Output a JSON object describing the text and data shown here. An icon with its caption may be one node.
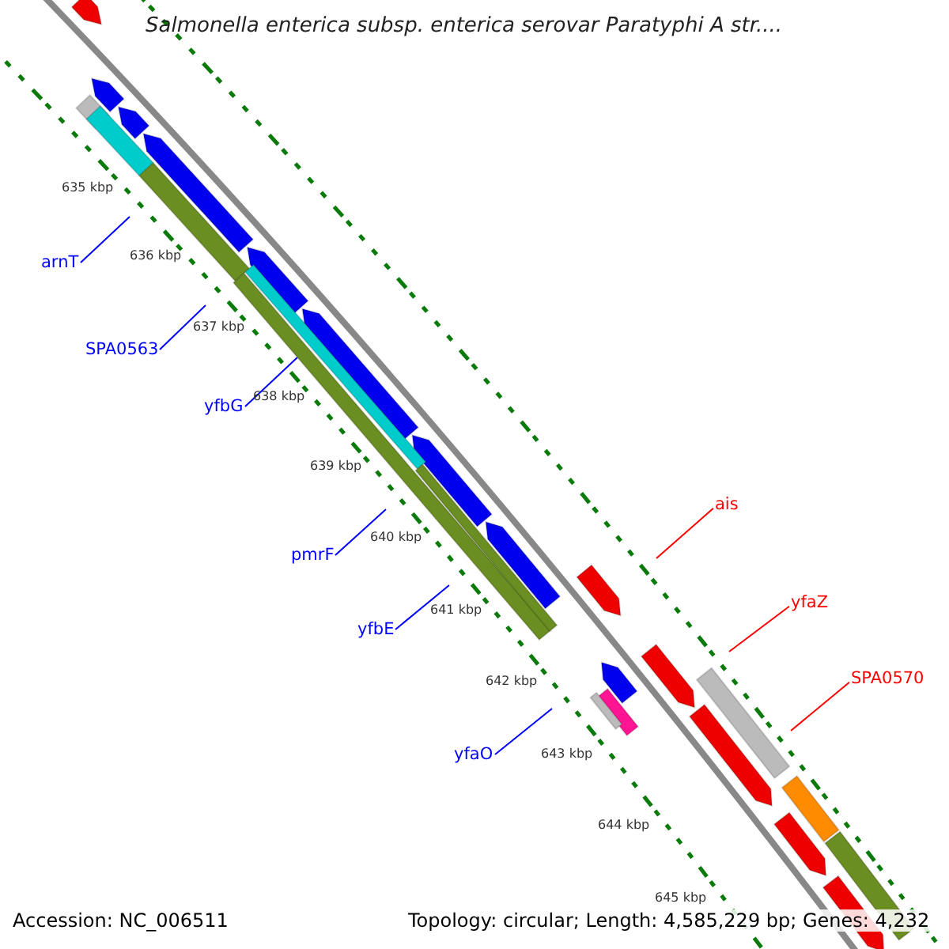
{
  "diagram": {
    "title": "Salmonella enterica subsp. enterica serovar Paratyphi A str....",
    "nodes": [
      {
        "text": [
          "arnT"
        ]
      },
      {
        "text": [
          "SPA0563"
        ]
      },
      {
        "text": [
          "yfbG"
        ]
      },
      {
        "text": [
          "pmrF"
        ]
      },
      {
        "text": [
          "yfbE"
        ]
      },
      {
        "text": [
          "yfaO"
        ]
      },
      {
        "text": [
          "ais"
        ]
      },
      {
        "text": [
          "yfaZ"
        ]
      },
      {
        "text": [
          "SPA0570"
        ]
      }
    ],
    "edges": [
      {
        "from": 0,
        "to": null,
        "arrow": "none"
      },
      {
        "from": 1,
        "to": null,
        "arrow": "none"
      },
      {
        "from": 2,
        "to": null,
        "arrow": "none"
      },
      {
        "from": 3,
        "to": null,
        "arrow": "none"
      },
      {
        "from": 4,
        "to": null,
        "arrow": "none"
      },
      {
        "from": 5,
        "to": null,
        "arrow": "none"
      },
      {
        "from": 6,
        "to": null,
        "arrow": "none",
        "color": "#ff0000"
      },
      {
        "from": 7,
        "to": null,
        "arrow": "none",
        "color": "#ff0000"
      },
      {
        "from": 8,
        "to": null,
        "arrow": "none",
        "color": "#ff0000"
      }
    ],
    "labels": [
      "635 kbp",
      "636 kbp",
      "637 kbp",
      "638 kbp",
      "639 kbp",
      "640 kbp",
      "641 kbp",
      "642 kbp",
      "643 kbp",
      "644 kbp",
      "645 kbp",
      "Accession: NC_006511",
      "Topology: circular; Length: 4,585,229 bp; Genes: 4,232"
    ]
  }
}
